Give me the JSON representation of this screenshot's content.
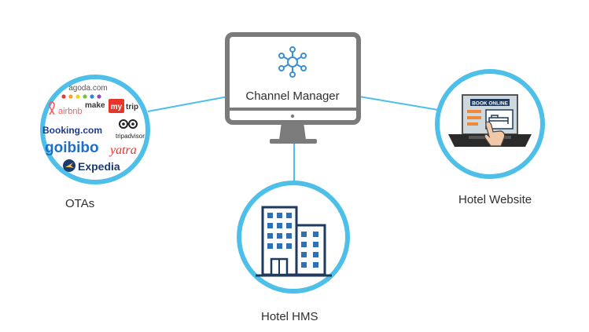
{
  "channel_manager": {
    "label": "Channel Manager"
  },
  "otas": {
    "caption": "OTAs",
    "logos": {
      "agoda": "agoda.com",
      "airbnb": "airbnb",
      "make": "make",
      "trip": "trip",
      "booking": "Booking.com",
      "tripadvisor": "tripadvisor",
      "goibibo": "goibibo",
      "yatra": "yatra",
      "expedia": "Expedia"
    }
  },
  "hotel_hms": {
    "caption": "Hotel HMS"
  },
  "hotel_website": {
    "caption": "Hotel Website",
    "book_online": "BOOK ONLINE"
  },
  "colors": {
    "accent_blue": "#4dbfe8",
    "monitor_gray": "#7b7b7b",
    "building_navy": "#1f3a5f",
    "building_blue": "#2f6fb3"
  }
}
